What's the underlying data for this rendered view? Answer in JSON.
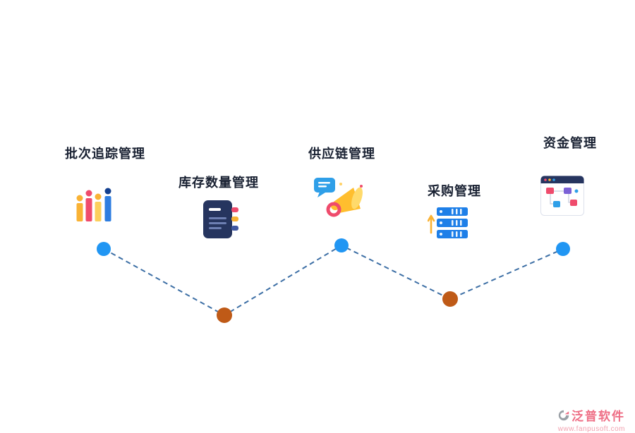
{
  "diagram": {
    "items": [
      {
        "label": "批次追踪管理",
        "icon": "bar-chart-people-icon",
        "dot_color": "#2196f3"
      },
      {
        "label": "库存数量管理",
        "icon": "notebook-icon",
        "dot_color": "#bf5a17"
      },
      {
        "label": "供应链管理",
        "icon": "megaphone-icon",
        "dot_color": "#2196f3"
      },
      {
        "label": "采购管理",
        "icon": "server-sync-icon",
        "dot_color": "#bf5a17"
      },
      {
        "label": "资金管理",
        "icon": "browser-flowchart-icon",
        "dot_color": "#2196f3"
      }
    ],
    "connector_color": "#3d6fa5"
  },
  "colors": {
    "label": "#1a2233",
    "brand_pink": "#ee6e85",
    "icon_yellow": "#f9b234",
    "icon_pink": "#ef4b6c",
    "icon_blue": "#1e7fe8",
    "icon_navy": "#26355f"
  },
  "footer": {
    "brand": "泛普软件",
    "url": "www.fanpusoft.com"
  }
}
